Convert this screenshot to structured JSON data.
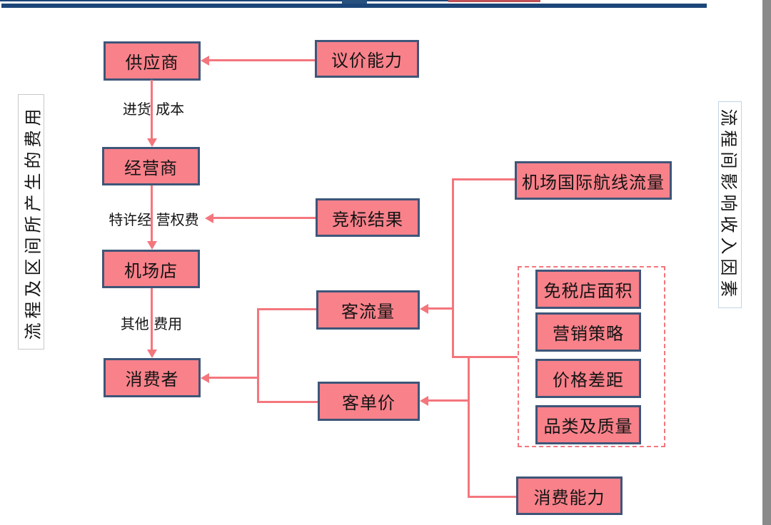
{
  "diagram": {
    "title_context": "airport-dutyfree-business-flowchart",
    "nodes": {
      "supplier": "供应商",
      "bargaining_power": "议价能力",
      "operator": "经营商",
      "bidding_result": "竞标结果",
      "airport_store": "机场店",
      "consumer": "消费者",
      "customer_traffic": "客流量",
      "avg_ticket_price": "客单价",
      "intl_route_traffic": "机场国际航线流量",
      "dutyfree_area": "免税店面积",
      "marketing_strategy": "营销策略",
      "price_gap": "价格差距",
      "category_quality": "品类及质量",
      "consumption_power": "消费能力"
    },
    "edge_labels": {
      "purchase_cost": "进货 成本",
      "franchise_fee": "特许经 营权费",
      "other_fees": "其他 费用"
    },
    "side_labels": {
      "left": "流程及区间所产生的费用",
      "right": "流程间影响收入因素"
    },
    "edges": [
      {
        "from": "bargaining_power",
        "to": "supplier"
      },
      {
        "from": "supplier",
        "to": "operator",
        "label": "进货 成本"
      },
      {
        "from": "operator",
        "to": "airport_store",
        "label": "特许经 营权费"
      },
      {
        "from": "bidding_result",
        "to": "franchise_fee_label"
      },
      {
        "from": "airport_store",
        "to": "consumer",
        "label": "其他 费用"
      },
      {
        "from": "customer_traffic",
        "to": "consumer"
      },
      {
        "from": "avg_ticket_price",
        "to": "consumer"
      },
      {
        "from": "intl_route_traffic",
        "to": "customer_traffic"
      },
      {
        "from": "influence_group",
        "to": "customer_traffic"
      },
      {
        "from": "influence_group",
        "to": "avg_ticket_price"
      },
      {
        "from": "consumption_power",
        "to": "avg_ticket_price"
      }
    ],
    "influence_group_members": [
      "免税店面积",
      "营销策略",
      "价格差距",
      "品类及质量"
    ],
    "colors": {
      "node_fill": "#F8818A",
      "node_border": "#3E5679",
      "connector": "#F4767D",
      "top_rule": "#1C4679",
      "top_red": "#C05156",
      "scrollbar_gray": "#8A8A8A"
    }
  }
}
